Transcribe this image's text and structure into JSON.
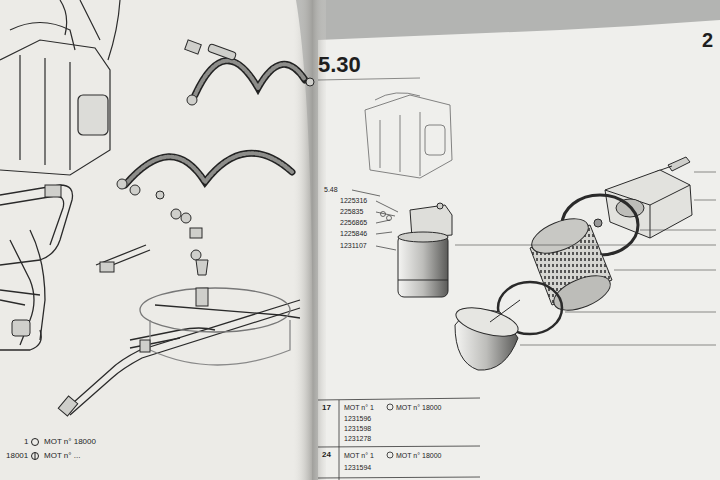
{
  "diagram": {
    "labels": [
      "5.30",
      "2",
      "5.48",
      "1225316",
      "225835",
      "2256865",
      "1225846",
      "1231107",
      "17",
      "MOT n° 1",
      "MOT n° 18000",
      "1231596",
      "1231598",
      "1231278",
      "24",
      "MOT n° 1",
      "MOT n° 18000",
      "1231594",
      "1",
      "MOT n° 18000",
      "18001",
      "MOT n° ..."
    ]
  }
}
